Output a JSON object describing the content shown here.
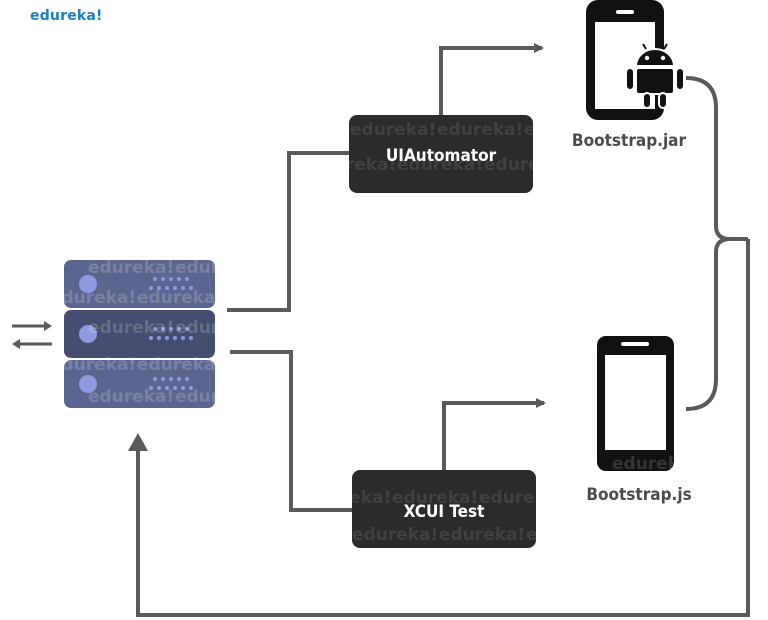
{
  "brand": {
    "logo_text": "edureka!",
    "color": "#1a7fc1"
  },
  "watermark": {
    "text": "edureka!"
  },
  "nodes": {
    "uiautomator": {
      "label": "UIAutomator"
    },
    "xcuitest": {
      "label": "XCUI Test"
    },
    "android_device": {
      "label": "Bootstrap.jar",
      "icon": "android-icon"
    },
    "ios_device": {
      "label": "Bootstrap.js",
      "icon": "smartphone-icon"
    },
    "server": {
      "icon": "server-stack-icon"
    }
  },
  "colors": {
    "box_fill": "#2b2b2b",
    "connector": "#5a5a5a",
    "server_fill": "#5b6690",
    "server_fill_dark": "#454e70",
    "server_dot": "#8e9ae0",
    "phone": "#111111",
    "label_text": "#4b4b4b"
  }
}
